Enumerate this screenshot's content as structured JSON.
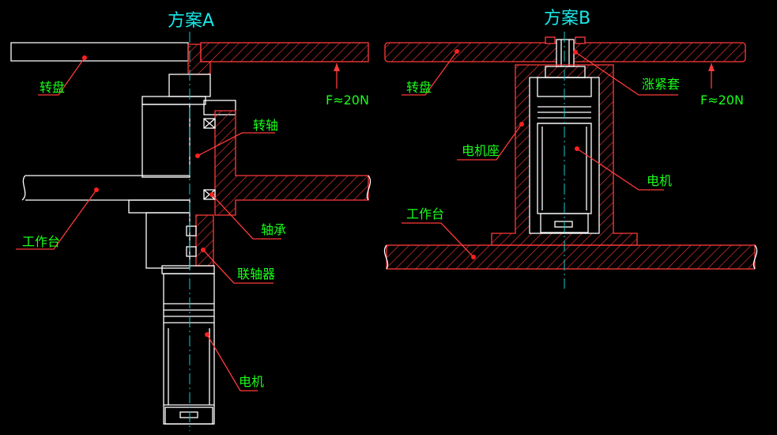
{
  "scheme_a": {
    "title": "方案A",
    "force": "F≈20N",
    "labels": {
      "turntable": "转盘",
      "shaft": "转轴",
      "workbench": "工作台",
      "bearing": "轴承",
      "coupling": "联轴器",
      "motor": "电机"
    }
  },
  "scheme_b": {
    "title": "方案B",
    "force": "F≈20N",
    "labels": {
      "turntable": "转盘",
      "sleeve": "涨紧套",
      "motor_seat": "电机座",
      "motor": "电机",
      "workbench": "工作台"
    }
  },
  "colors": {
    "background": "#000000",
    "label": "#19ff19",
    "title": "#19e6e6",
    "hatch": "#ff3a3a",
    "outline": "#ffffff",
    "centerline": "#18c8c8"
  }
}
